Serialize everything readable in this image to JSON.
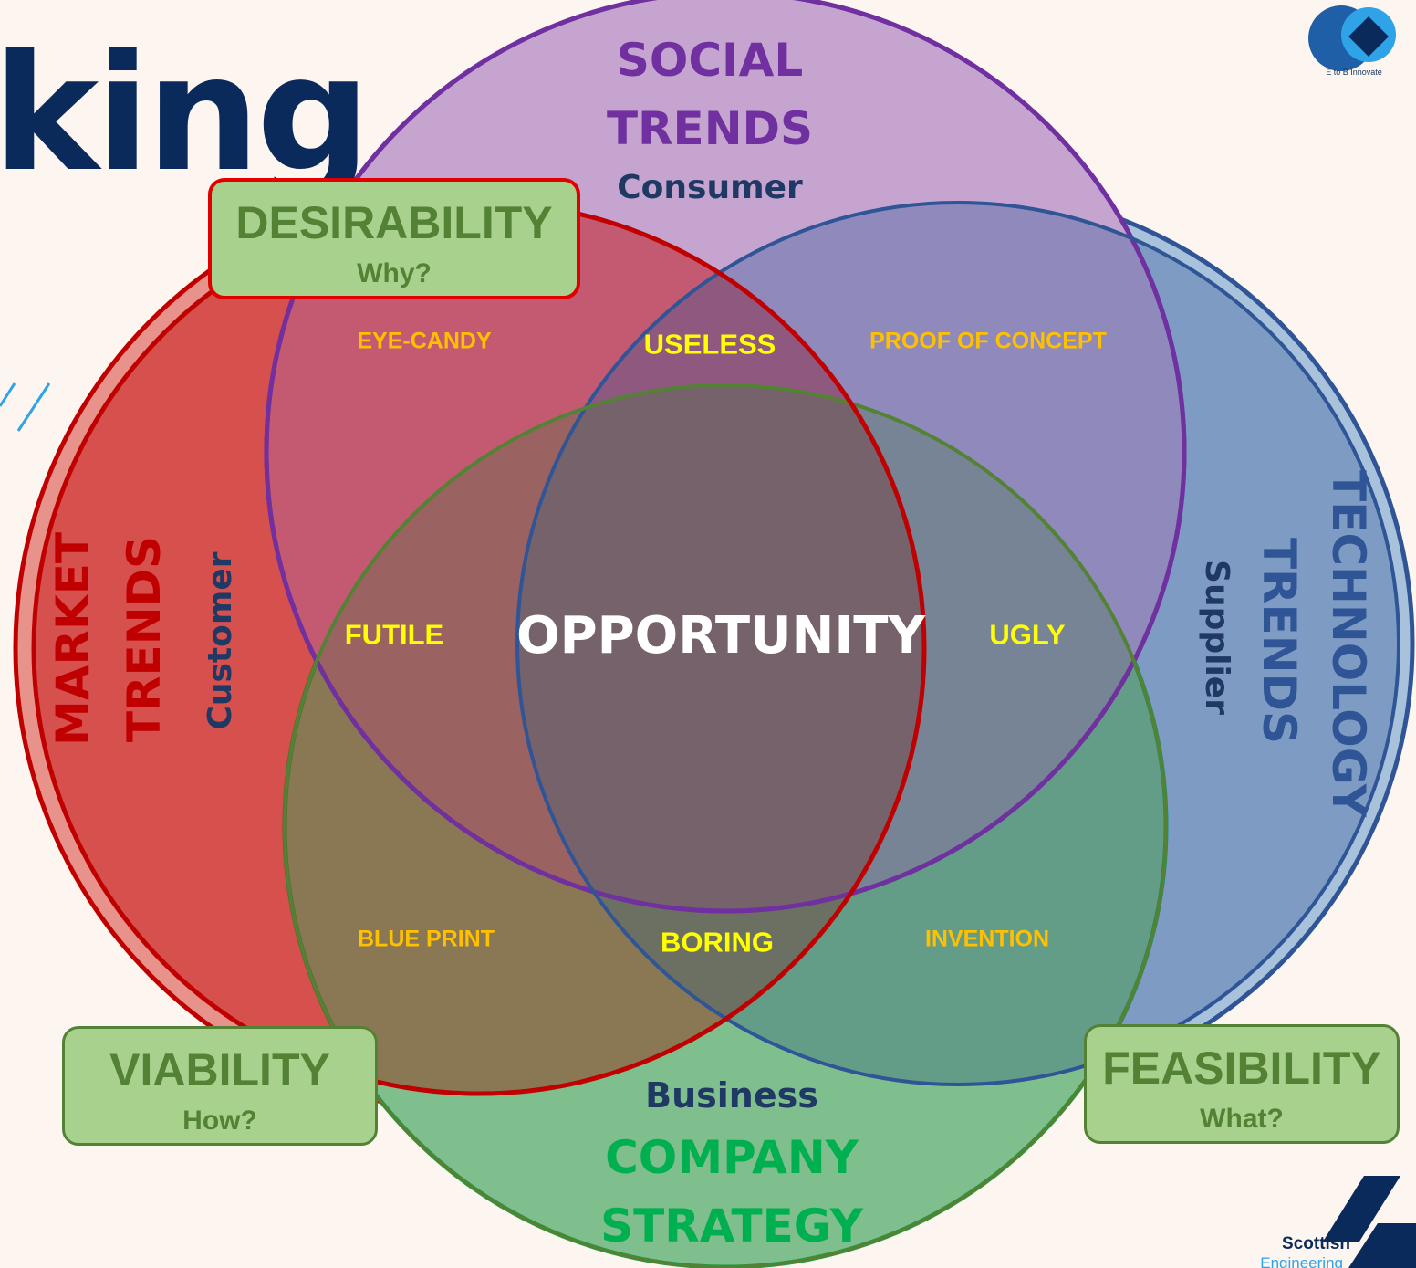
{
  "title_fragment": "king",
  "categories": {
    "social": {
      "title_line1": "SOCIAL",
      "title_line2": "TRENDS",
      "subtitle": "Consumer"
    },
    "market": {
      "title_line1": "MARKET",
      "title_line2": "TRENDS",
      "subtitle": "Customer"
    },
    "technology": {
      "title_line1": "TECHNOLOGY",
      "title_line2": "TRENDS",
      "subtitle": "Supplier"
    },
    "company": {
      "subtitle": "Business",
      "title_line1": "COMPANY",
      "title_line2": "STRATEGY"
    }
  },
  "boxes": {
    "desirability": {
      "title": "DESIRABILITY",
      "question": "Why?"
    },
    "viability": {
      "title": "VIABILITY",
      "question": "How?"
    },
    "feasibility": {
      "title": "FEASIBILITY",
      "question": "What?"
    }
  },
  "zones": {
    "eye_candy": "EYE-CANDY",
    "useless": "USELESS",
    "proof_of_concept": "PROOF OF CONCEPT",
    "futile": "FUTILE",
    "opportunity": "OPPORTUNITY",
    "ugly": "UGLY",
    "blue_print": "BLUE PRINT",
    "boring": "BORING",
    "invention": "INVENTION"
  },
  "logos": {
    "top_right_caption": "E to B Innovate",
    "bottom_right_line1": "Scottish",
    "bottom_right_line2": "Engineering"
  },
  "colors": {
    "background": "#fdf6f0",
    "market_fill": "#e8928c",
    "market_stroke": "#c00000",
    "social_fill": "#c5a5d0",
    "social_stroke": "#7030a0",
    "tech_fill": "#a9c2db",
    "tech_stroke": "#2f5597",
    "company_fill": "#9ddbb1",
    "company_stroke": "#00b050",
    "box_fill": "#a9d18e",
    "box_text": "#548235",
    "navy": "#1f3864",
    "orange_label": "#ffc000",
    "yellow_label": "#ffff00"
  }
}
